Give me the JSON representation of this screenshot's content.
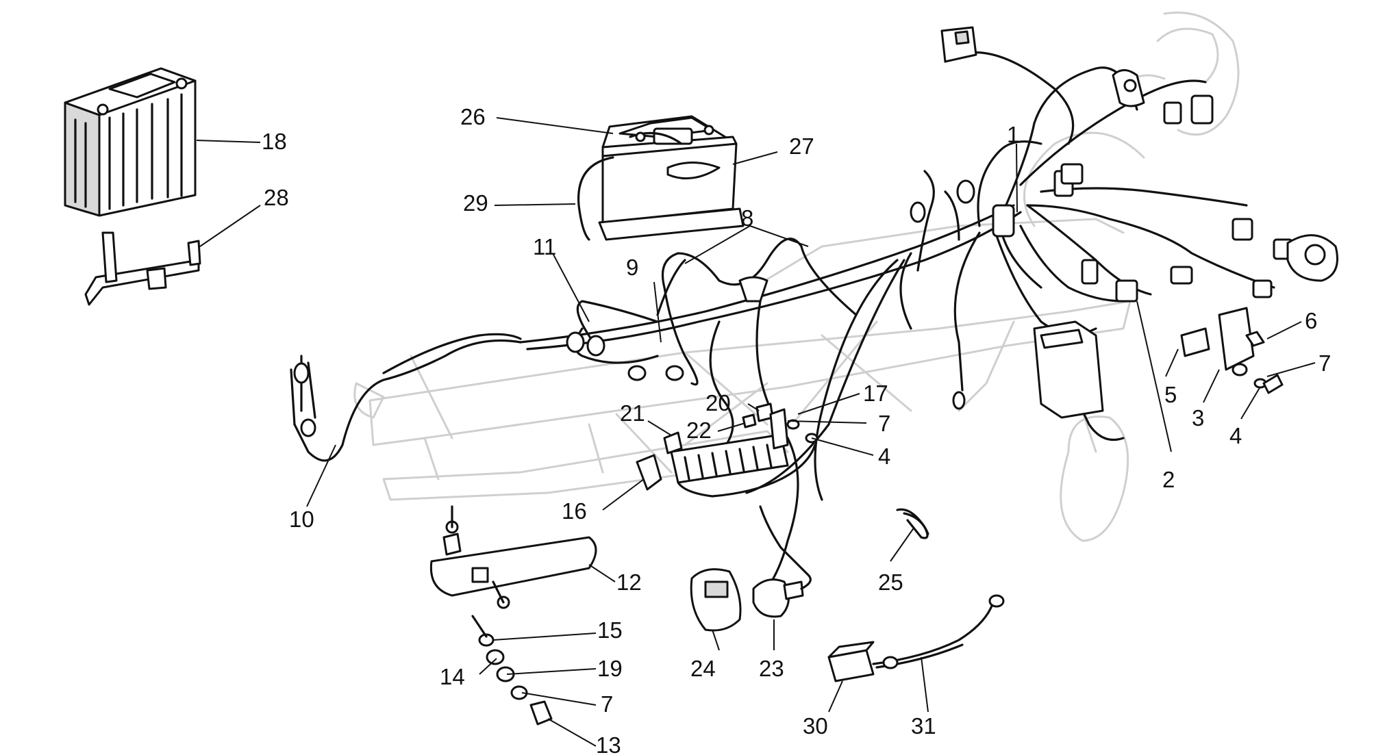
{
  "callouts": [
    {
      "id": "1",
      "text": "1"
    },
    {
      "id": "2",
      "text": "2"
    },
    {
      "id": "3",
      "text": "3"
    },
    {
      "id": "4a",
      "text": "4"
    },
    {
      "id": "4b",
      "text": "4"
    },
    {
      "id": "5",
      "text": "5"
    },
    {
      "id": "6",
      "text": "6"
    },
    {
      "id": "7a",
      "text": "7"
    },
    {
      "id": "7b",
      "text": "7"
    },
    {
      "id": "7c",
      "text": "7"
    },
    {
      "id": "8",
      "text": "8"
    },
    {
      "id": "9",
      "text": "9"
    },
    {
      "id": "10",
      "text": "10"
    },
    {
      "id": "11",
      "text": "11"
    },
    {
      "id": "12",
      "text": "12"
    },
    {
      "id": "13",
      "text": "13"
    },
    {
      "id": "14",
      "text": "14"
    },
    {
      "id": "15",
      "text": "15"
    },
    {
      "id": "16",
      "text": "16"
    },
    {
      "id": "17",
      "text": "17"
    },
    {
      "id": "18",
      "text": "18"
    },
    {
      "id": "19",
      "text": "19"
    },
    {
      "id": "20",
      "text": "20"
    },
    {
      "id": "21",
      "text": "21"
    },
    {
      "id": "22",
      "text": "22"
    },
    {
      "id": "23",
      "text": "23"
    },
    {
      "id": "24",
      "text": "24"
    },
    {
      "id": "25",
      "text": "25"
    },
    {
      "id": "26",
      "text": "26"
    },
    {
      "id": "27",
      "text": "27"
    },
    {
      "id": "28",
      "text": "28"
    },
    {
      "id": "29",
      "text": "29"
    },
    {
      "id": "30",
      "text": "30"
    },
    {
      "id": "31",
      "text": "31"
    }
  ]
}
